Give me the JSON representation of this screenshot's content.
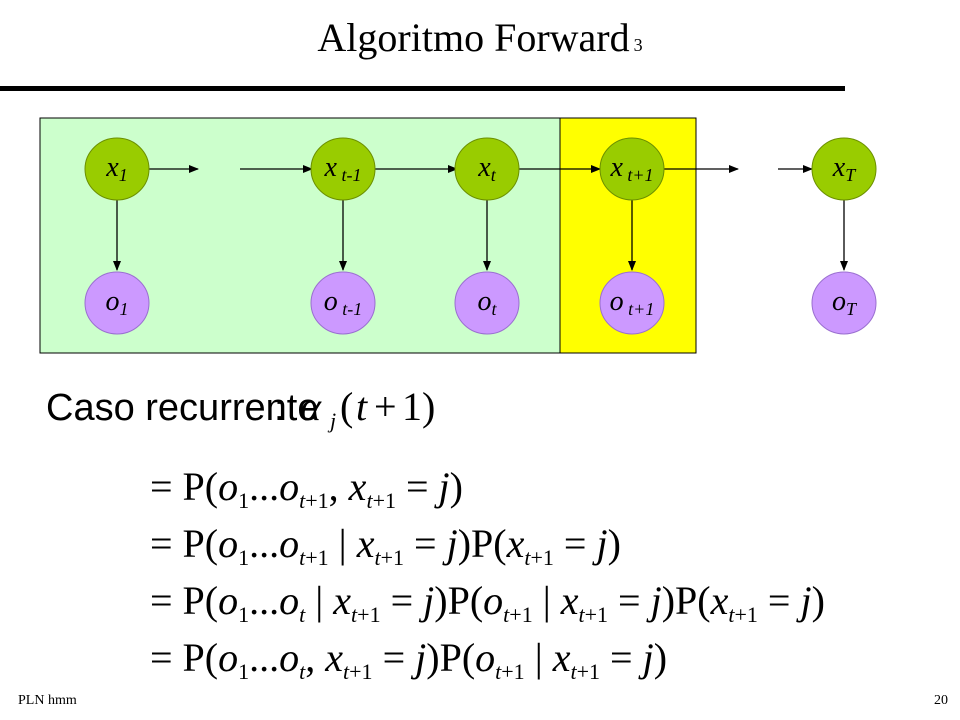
{
  "slide": {
    "title": "Algoritmo Forward",
    "title_number": "3",
    "footer_left": "PLN  hmm",
    "page_number": "20"
  },
  "colors": {
    "past_region": "#ccffcc",
    "current_region": "#ffff00",
    "state_node": "#99cc00",
    "observation_node": "#cc99ff",
    "rule": "#000000"
  },
  "diagram": {
    "states": [
      {
        "base": "x",
        "sub": "1"
      },
      {
        "base": "x",
        "sub": " t-1"
      },
      {
        "base": "x",
        "sub": "t"
      },
      {
        "base": "x",
        "sub": " t+1"
      },
      {
        "base": "x",
        "sub": "T"
      }
    ],
    "observations": [
      {
        "base": "o",
        "sub": "1"
      },
      {
        "base": "o",
        "sub": " t-1"
      },
      {
        "base": "o",
        "sub": "t"
      },
      {
        "base": "o",
        "sub": " t+1"
      },
      {
        "base": "o",
        "sub": "T"
      }
    ]
  },
  "math": {
    "case_label": "Caso recurrente",
    "case_expr": "α_j(t+1)",
    "lines": [
      "= P(o_1…o_{t+1}, x_{t+1} = j)",
      "= P(o_1…o_{t+1} | x_{t+1} = j)P(x_{t+1} = j)",
      "= P(o_1…o_t | x_{t+1} = j)P(o_{t+1} | x_{t+1} = j)P(x_{t+1} = j)",
      "= P(o_1…o_t, x_{t+1} = j)P(o_{t+1} | x_{t+1} = j)"
    ]
  }
}
